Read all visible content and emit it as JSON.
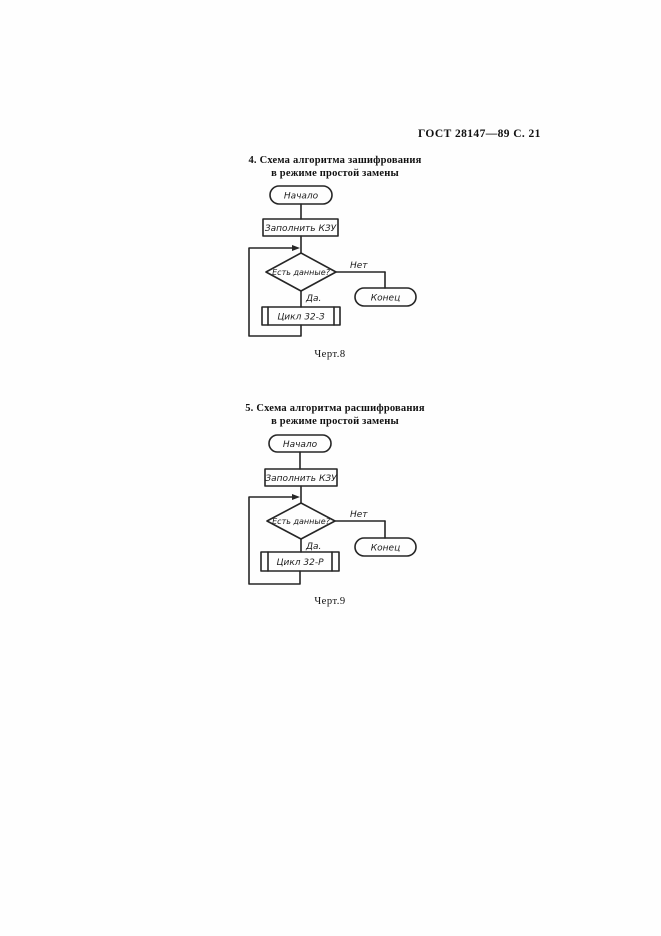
{
  "page": {
    "header": "ГОСТ 28147—89 С. 21"
  },
  "figure8": {
    "title_line1": "4. Схема алгоритма зашифрования",
    "title_line2": "в режиме простой замены",
    "nodes": {
      "start": "Начало",
      "fill": "Заполнить КЗУ",
      "decision": "Есть данные?",
      "no": "Нет",
      "yes": "Да.",
      "end": "Конец",
      "cycle": "Цикл 32-З"
    },
    "caption": "Черт.8"
  },
  "figure9": {
    "title_line1": "5. Схема алгоритма расшифрования",
    "title_line2": "в режиме простой замены",
    "nodes": {
      "start": "Начало",
      "fill": "Заполнить КЗУ",
      "decision": "Есть данные?",
      "no": "Нет",
      "yes": "Да.",
      "end": "Конец",
      "cycle": "Цикл 32-Р"
    },
    "caption": "Черт.9"
  }
}
